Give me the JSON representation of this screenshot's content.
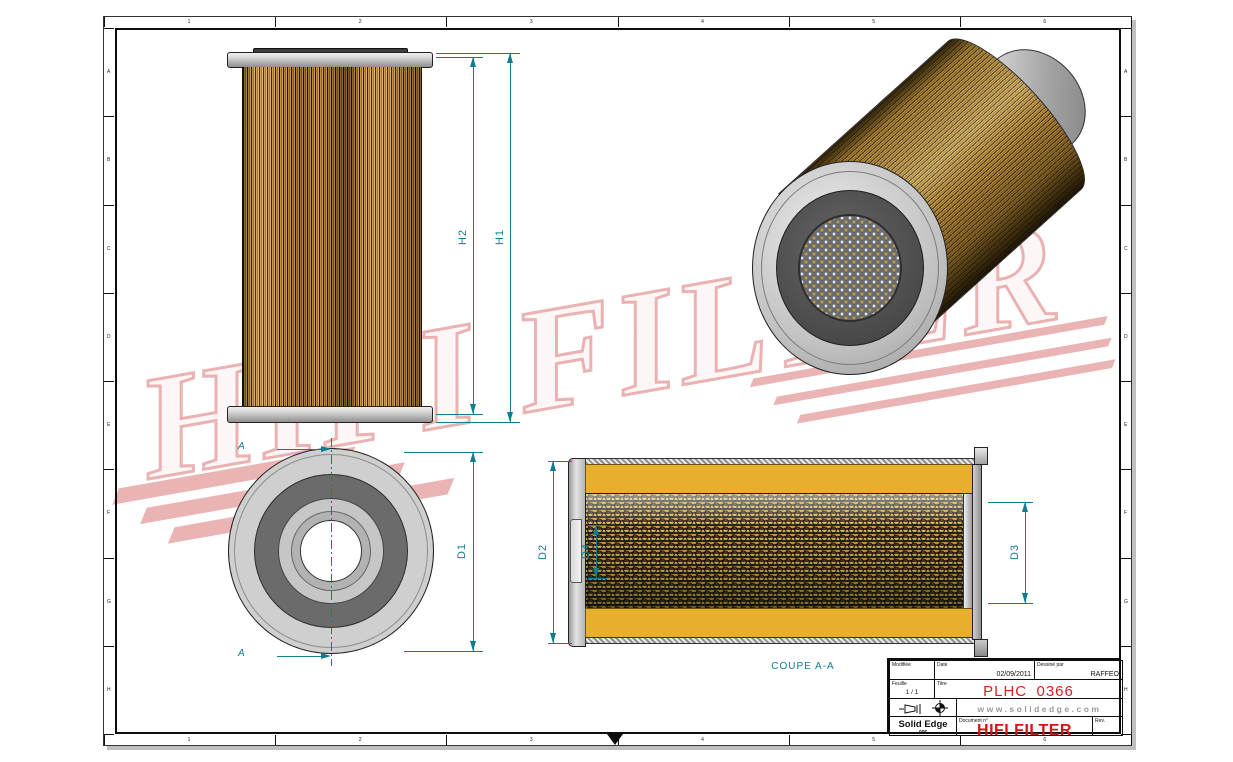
{
  "watermark": {
    "text": "HIFI FILTER",
    "reg": "®"
  },
  "dimensions": {
    "h1": "H1",
    "h2": "H2",
    "d1": "D1",
    "d2": "D2",
    "d3": "D3",
    "d4": "D4"
  },
  "section": {
    "letter": "A",
    "caption": "COUPE A-A"
  },
  "title_block": {
    "modified_label": "Modifiée",
    "date_label": "Date",
    "date_value": "02/09/2011",
    "drawn_label": "Dessiné par",
    "drawn_value": "RAFFEO",
    "sheet_label": "Feuille",
    "sheet_value": "1 / 1",
    "title_label": "Titre",
    "title_value": "PLHC_0366",
    "website": "www.solidedge.com",
    "app_name": "Solid Edge",
    "app_version": "005",
    "doc_label": "Document n°",
    "doc_value": "HIFI FILTER",
    "rev_label": "Rev."
  },
  "borders": {
    "top": [
      "1",
      "2",
      "3",
      "4",
      "5",
      "6"
    ],
    "bottom": [
      "1",
      "2",
      "3",
      "4",
      "5",
      "6"
    ],
    "left": [
      "A",
      "B",
      "C",
      "D",
      "E",
      "F",
      "G",
      "H"
    ],
    "right": [
      "A",
      "B",
      "C",
      "D",
      "E",
      "F",
      "G",
      "H"
    ],
    "center_mark": "▼"
  },
  "colors": {
    "dimension_teal": "#0f7d8d",
    "title_red": "#d32323",
    "brand_red": "#d41414",
    "media_yellow": "#e7af2d",
    "pleat_tan": "#c59445",
    "flange_gray": "#c9c9c9",
    "watermark_pink": "#db7676"
  }
}
